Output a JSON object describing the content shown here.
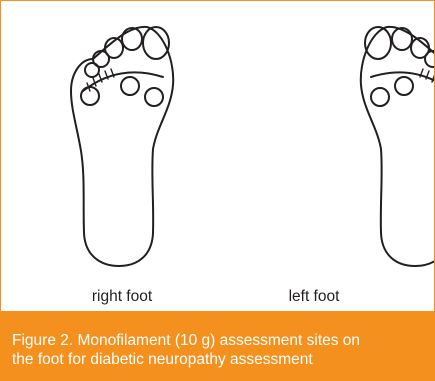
{
  "feet": {
    "right_label": "right foot",
    "left_label": "left foot"
  },
  "caption": {
    "line1": "Figure 2. Monofilament (10 g) assessment sites on",
    "line2": "the foot for diabetic neuropathy assessment"
  },
  "colors": {
    "accent": "#f4911e",
    "ink": "#231f20",
    "caption_text": "#ffffff"
  }
}
